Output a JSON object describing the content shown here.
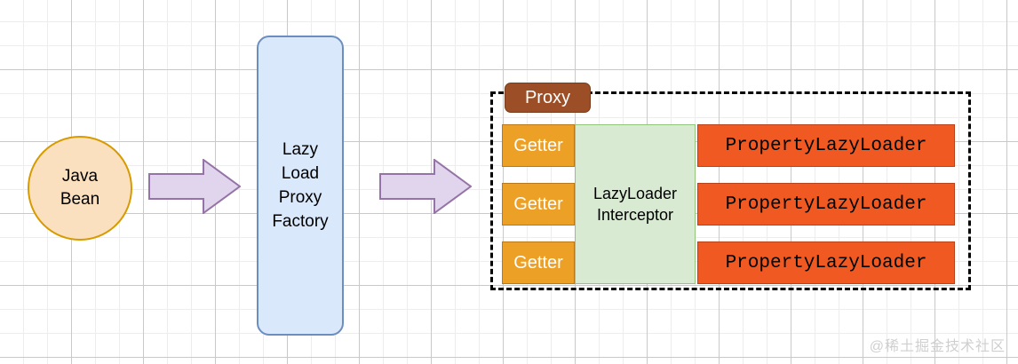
{
  "diagram": {
    "source_node": {
      "label": "Java\nBean",
      "fill": "#fbe0c0",
      "stroke": "#d79b00"
    },
    "factory_node": {
      "label": "Lazy\nLoad\nProxy\nFactory",
      "fill": "#dae8fc",
      "stroke": "#6c8ebf"
    },
    "arrows": [
      {
        "name": "arrow-bean-to-factory",
        "fill": "#e1d5ed",
        "stroke": "#9673a6"
      },
      {
        "name": "arrow-factory-to-proxy",
        "fill": "#e1d5ed",
        "stroke": "#9673a6"
      }
    ],
    "proxy_group": {
      "badge_label": "Proxy",
      "badge_fill": "#9c4f26",
      "border_style": "dashed",
      "border_color": "#000000",
      "interceptor": {
        "label": "LazyLoader\nInterceptor",
        "fill": "#d9ead3",
        "stroke": "#93c47d"
      },
      "rows": [
        {
          "getter_label": "Getter",
          "loader_label": "PropertyLazyLoader"
        },
        {
          "getter_label": "Getter",
          "loader_label": "PropertyLazyLoader"
        },
        {
          "getter_label": "Getter",
          "loader_label": "PropertyLazyLoader"
        }
      ],
      "getter_fill": "#eda026",
      "loader_fill": "#f05a22"
    }
  },
  "watermark": {
    "text": "@稀土掘金技术社区"
  }
}
